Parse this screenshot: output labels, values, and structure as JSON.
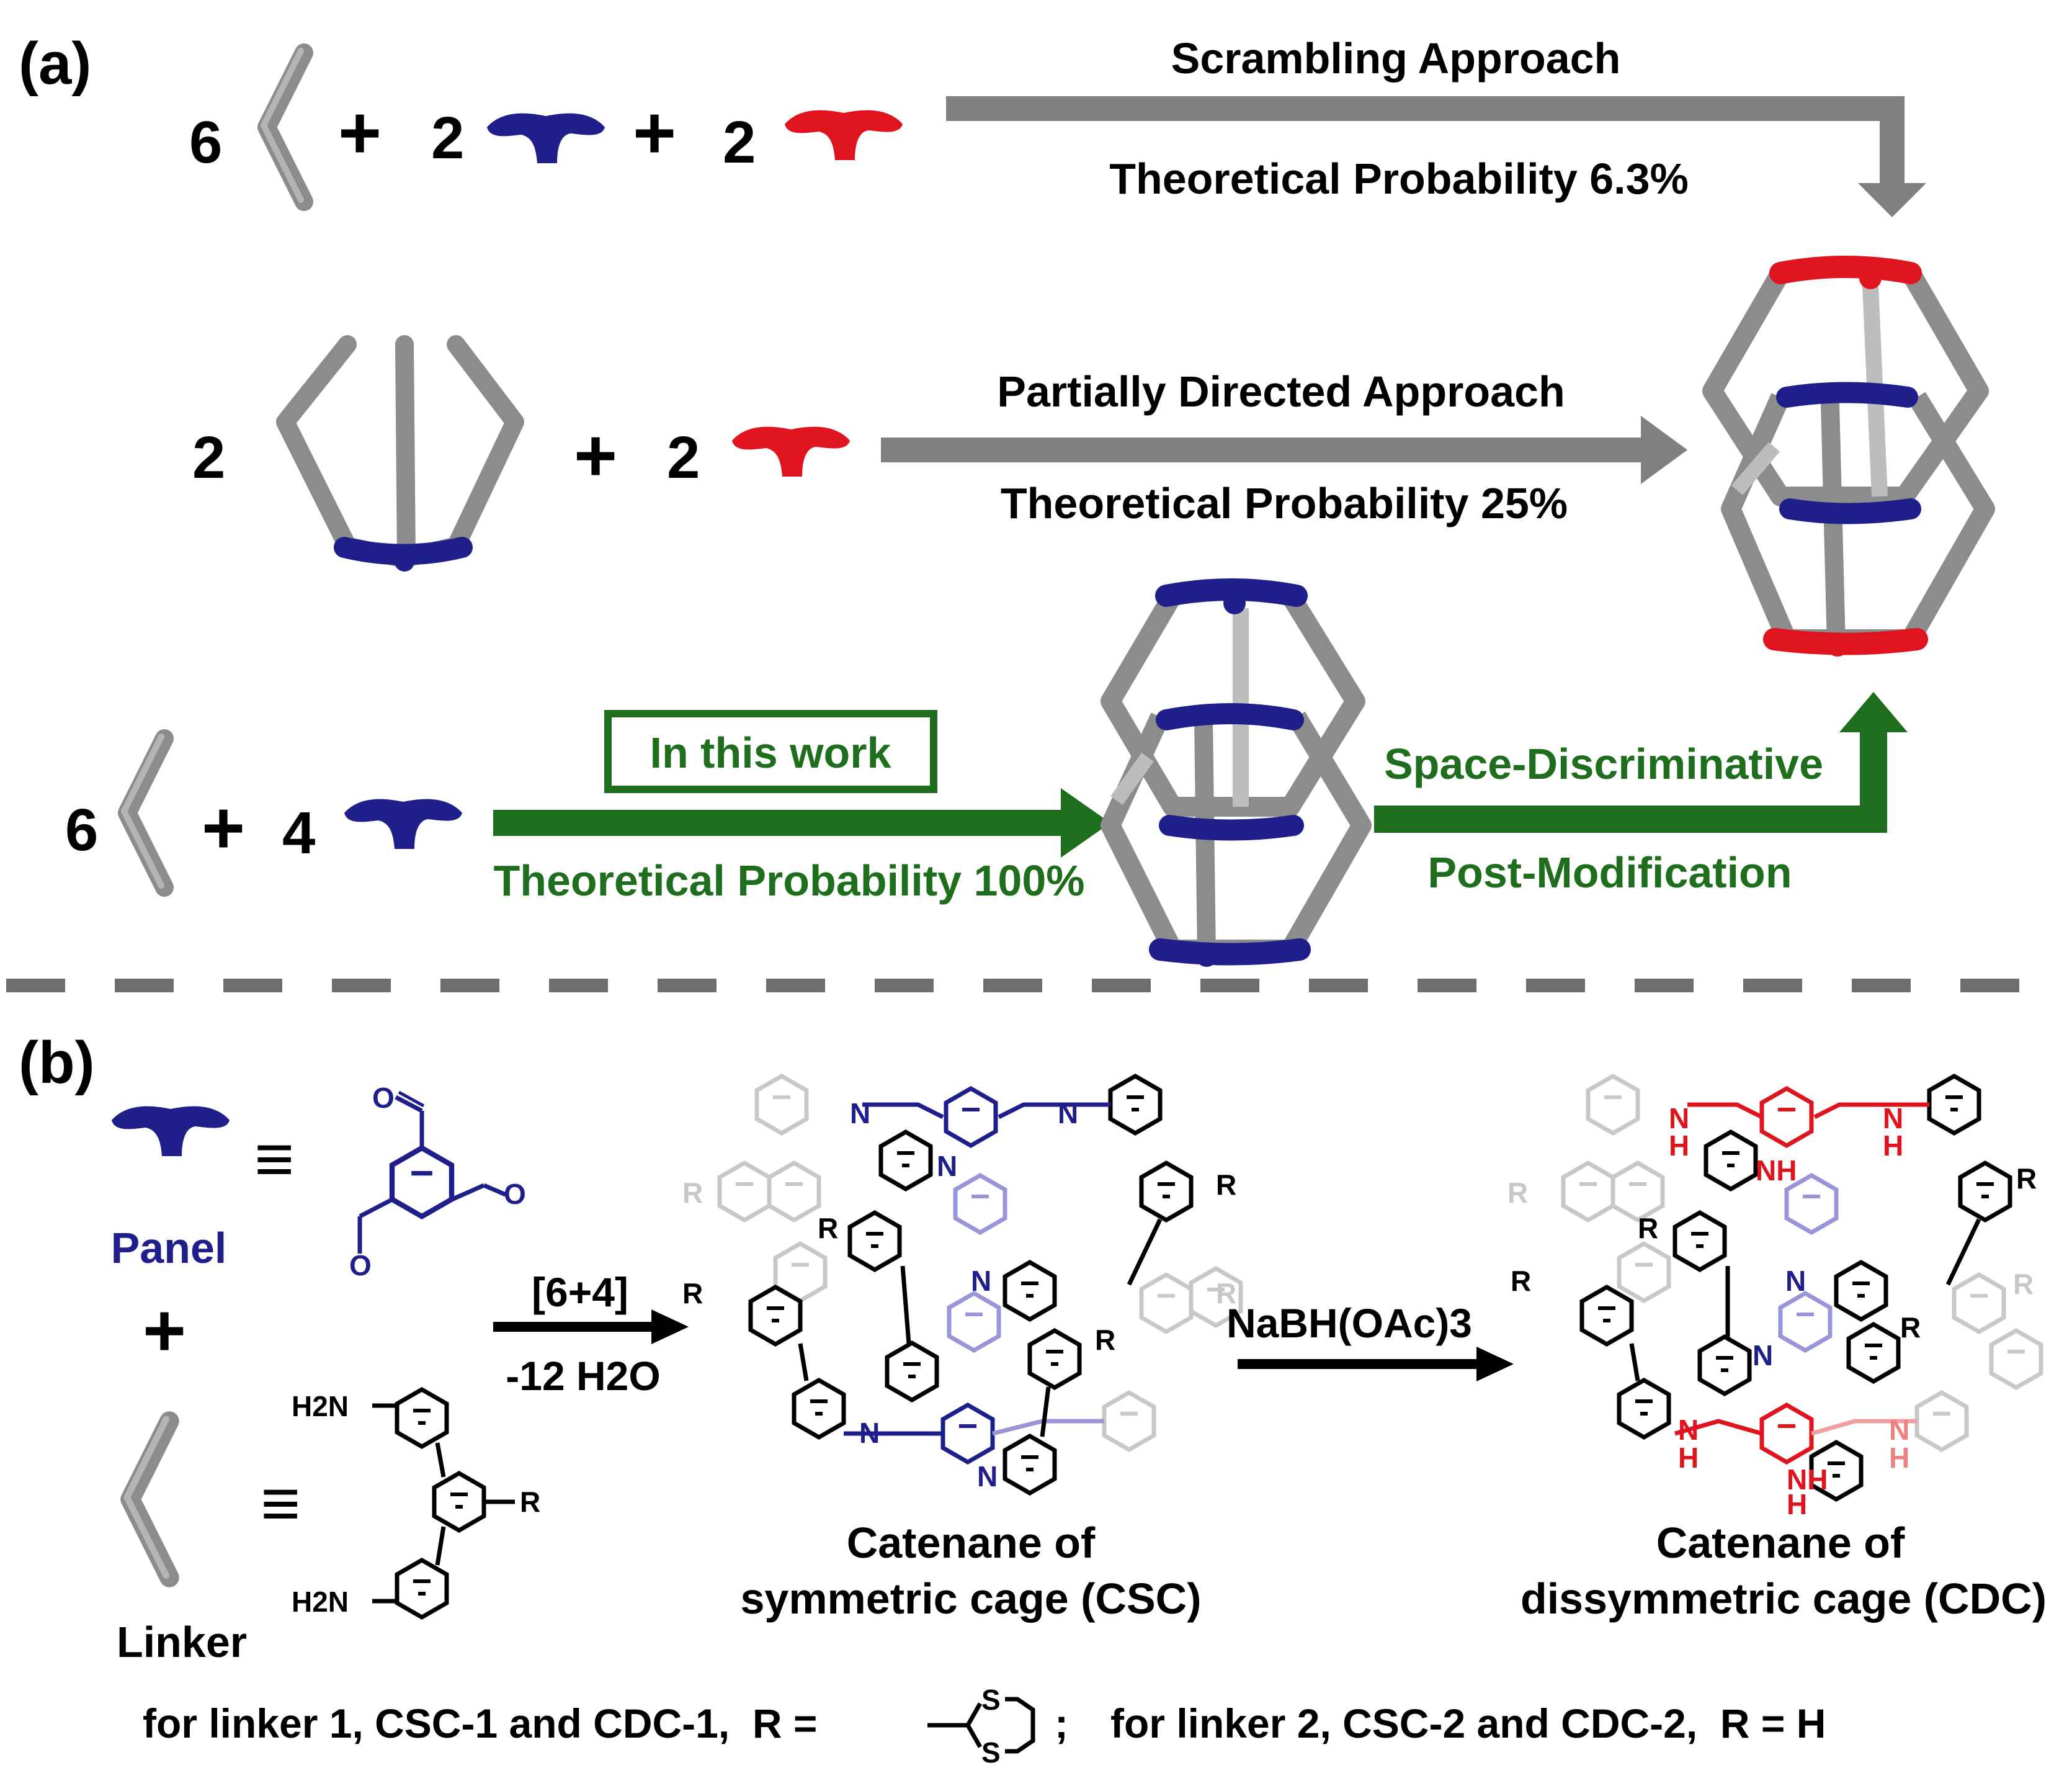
{
  "colors": {
    "blue": "#1f1f8c",
    "red": "#e0141e",
    "green": "#1e6e1e",
    "gray_rod": "#8c8c8c",
    "divider": "#6e6e6e",
    "faded_blue": "#9a94d8",
    "faded_gray": "#c8c8c8"
  },
  "panel_a": {
    "label": "(a)",
    "row1": {
      "coef_linker": "6",
      "plus1": "+",
      "coef_panel": "2",
      "plus2": "+",
      "coef_red": "2",
      "arrow_title": "Scrambling Approach",
      "arrow_subtitle": "Theoretical Probability 6.3%"
    },
    "row2": {
      "coef_cage": "2",
      "plus": "+",
      "coef_red": "2",
      "arrow_title": "Partially Directed Approach",
      "arrow_subtitle": "Theoretical Probability 25%"
    },
    "row3": {
      "coef_linker": "6",
      "plus": "+",
      "coef_panel": "4",
      "box_label": "In this work",
      "arrow_subtitle": "Theoretical Probability 100%",
      "mod_title": "Space-Discriminative",
      "mod_subtitle": "Post-Modification"
    }
  },
  "panel_b": {
    "label": "(b)",
    "panel_name": "Panel",
    "equiv": "≡",
    "plus": "+",
    "linker_name": "Linker",
    "aldehyde_o": "O",
    "amine": "H2N",
    "r_group": "R",
    "reaction1_top": "[6+4]",
    "reaction1_bottom": "-12 H2O",
    "reaction2": "NaBH(OAc)3",
    "csc_line1": "Catenane of",
    "csc_line2": "symmetric cage (CSC)",
    "cdc_line1": "Catenane of",
    "cdc_line2": "dissymmetric cage (CDC)",
    "atom_n": "N",
    "atom_nh": "NH",
    "atom_h": "H",
    "atom_s": "S",
    "footer_left": "for linker 1, CSC-1 and CDC-1,  R =",
    "footer_sep": ";",
    "footer_right": "for linker 2, CSC-2 and CDC-2,  R = H"
  }
}
